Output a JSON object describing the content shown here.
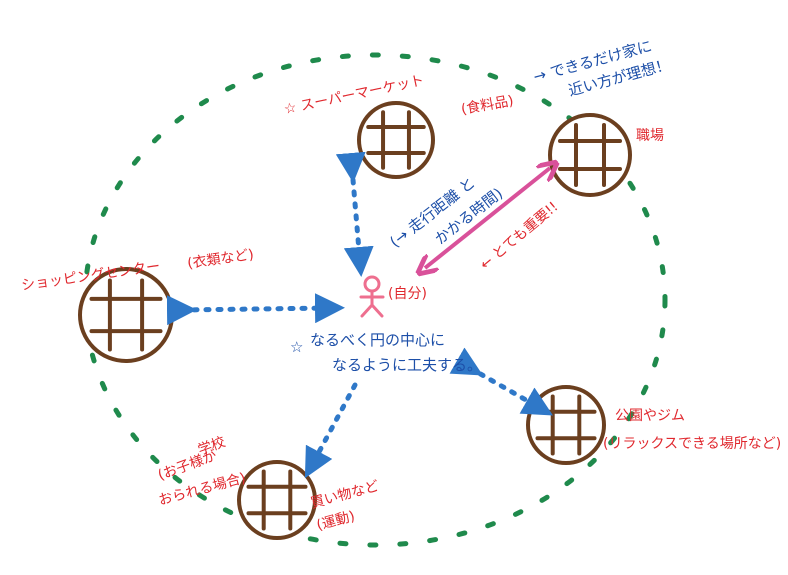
{
  "colors": {
    "ring": "#1f8a4c",
    "place": "#6b3f1f",
    "arrow": "#2f78c8",
    "distance_arrow": "#d9519a",
    "person": "#ee6f8f",
    "label": "#e0282e",
    "note": "#1d4fa8"
  },
  "self": {
    "label": "(自分)"
  },
  "center_note": {
    "star": "☆",
    "line1": "なるべく円の中心に",
    "line2": "なるように工夫する。"
  },
  "places": [
    {
      "name": "☆ スーパーマーケット",
      "note": "(食料品)"
    },
    {
      "name": "職場"
    },
    {
      "name": "ショッピングセンター",
      "note": "(衣類など)"
    },
    {
      "name": "学校",
      "note": "(お子様が",
      "note2": "おられる場合)"
    },
    {
      "name": "公園やジム",
      "note": "(リラックスできる場所など)"
    }
  ],
  "supermarket_comment": {
    "line1": "→ できるだけ家に",
    "line2": "近い方が理想！"
  },
  "distance_note": {
    "line1": "(→ 走行距離 と",
    "line2": "かかる時間)"
  },
  "importance": "← とても重要!!",
  "school_extra": {
    "line1": "買い物など",
    "line2": "(運動)"
  }
}
